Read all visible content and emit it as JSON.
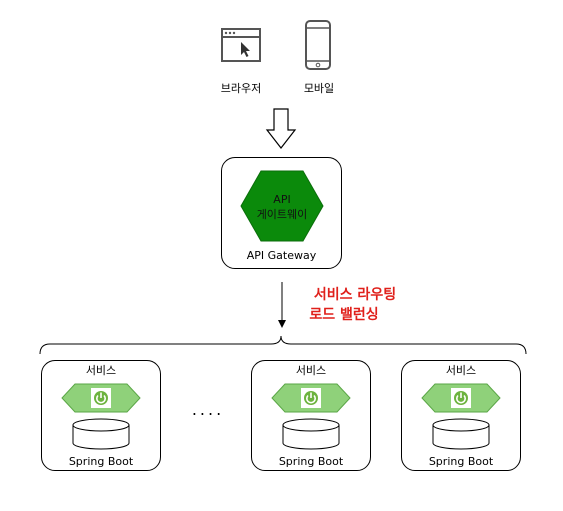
{
  "clients": {
    "browser_label": "브라우저",
    "mobile_label": "모바일"
  },
  "gateway": {
    "hex_line1": "API",
    "hex_line2": "게이트웨이",
    "caption": "API Gateway"
  },
  "routing": {
    "line1": "서비스 라우팅",
    "line2": "로드 밸런싱"
  },
  "services": [
    {
      "title": "서비스",
      "caption": "Spring Boot"
    },
    {
      "title": "서비스",
      "caption": "Spring Boot"
    },
    {
      "title": "서비스",
      "caption": "Spring Boot"
    }
  ],
  "ellipsis": "....",
  "colors": {
    "gateway_hex": "#0b8a0b",
    "service_hex_fill": "#8fd17a",
    "service_hex_stroke": "#5aa646",
    "spring_icon": "#6db33f",
    "routing_text": "#e0201b"
  }
}
